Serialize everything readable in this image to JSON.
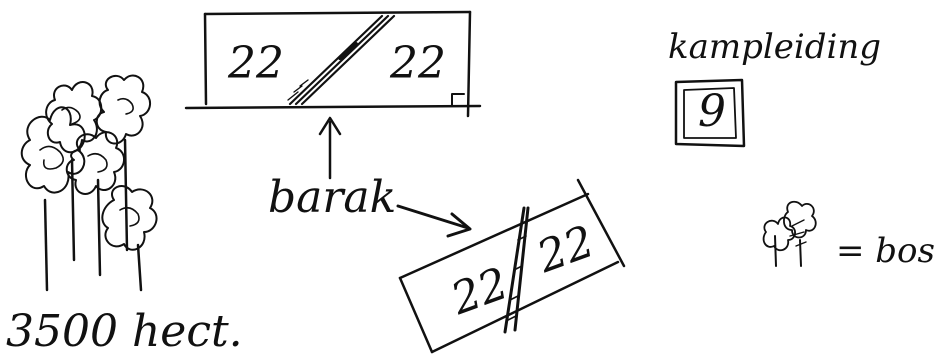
{
  "sketch": {
    "top_building": {
      "left_label": "22",
      "right_label": "22"
    },
    "barak_label": "barak",
    "lower_building": {
      "left_label": "22",
      "right_label": "22"
    },
    "kampleiding_label": "kampleiding",
    "kampleiding_number": "9",
    "bos_legend": "= bos",
    "area_label": "3500 hect."
  }
}
